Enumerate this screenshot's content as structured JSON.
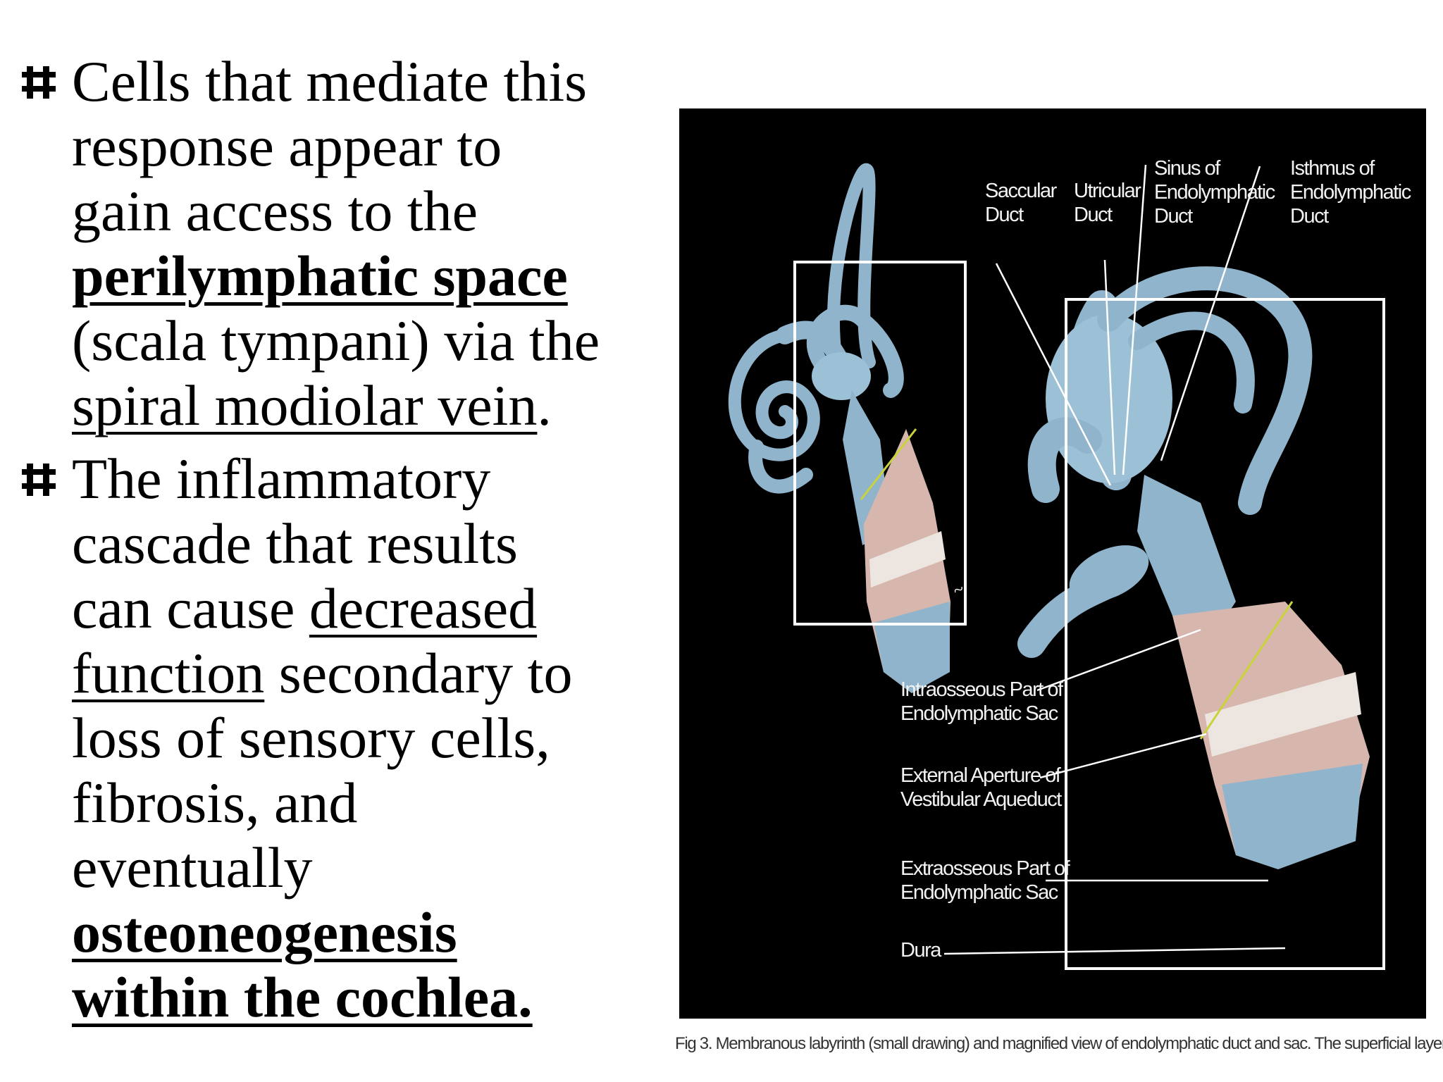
{
  "bullets": [
    {
      "line1": "Cells that mediate this",
      "line2": "response appear to",
      "line3": "gain access to the",
      "term": "perilymphatic space",
      "line5": "(scala tympani) via the",
      "vein": "spiral modiolar vein",
      "end": "."
    },
    {
      "line1": "The inflammatory",
      "line2": "cascade that results",
      "line3_pre": "can cause ",
      "line3_u": "decreased",
      "line4_u": "function",
      "line4_post": " secondary to",
      "line5": "loss of sensory cells,",
      "line6": "fibrosis, and",
      "line7": "eventually",
      "line8": "osteoneogenesis",
      "line9": "within the cochlea."
    }
  ],
  "figure": {
    "labels": {
      "saccular": [
        "Saccular",
        "Duct"
      ],
      "utricular": [
        "Utricular",
        "Duct"
      ],
      "sinus": [
        "Sinus of",
        "Endolymphatic",
        "Duct"
      ],
      "isthmus": [
        "Isthmus of",
        "Endolymphatic",
        "Duct"
      ],
      "intraosseous": [
        "Intraosseous Part of",
        "Endolymphatic Sac"
      ],
      "aperture": [
        "External Aperture of",
        "Vestibular Aqueduct"
      ],
      "extraosseous": [
        "Extraosseous Part of",
        "Endolymphatic Sac"
      ],
      "dura": "Dura"
    },
    "caption": "Fig 3. Membranous labyrinth (small drawing) and magnified view of endolymphatic duct and sac. The superficial layer of dura ove"
  }
}
